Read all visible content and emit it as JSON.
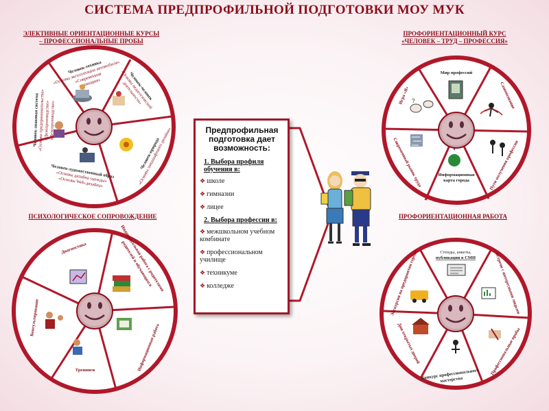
{
  "title": "СИСТЕМА ПРЕДПРОФИЛЬНОЙ ПОДГОТОВКИ МОУ МУК",
  "colors": {
    "accent": "#a01828",
    "line": "#b0182a",
    "text": "#8a0c1a"
  },
  "sections": {
    "top_left": {
      "title": [
        "ЭЛЕКТИВНЫЕ ОРИЕНТАЦИОННЫЕ КУРСЫ",
        "– ПРОФЕССИОНАЛЬНЫЕ ПРОБЫ"
      ],
      "segments": [
        [
          "Человек-техника",
          "«Основы эксплуатации автомобиля»",
          "«Современная",
          "кулинария»"
        ],
        [
          "Человек-человек",
          "«Основы педагогической",
          "деятельности»"
        ],
        [
          "Человек-природа",
          "«Основы ландшафтного дизайна»"
        ],
        [
          "Человек-художественный образ",
          "«Основы дизайна одежды»",
          "«Основы Web-дизайна»"
        ],
        [
          "Человек-знаковая система",
          "«Основы предпринимательства»",
          "«Делопроизводство»",
          "«Делопроизводство»"
        ]
      ]
    },
    "top_right": {
      "title": [
        "ПРОФОРИЕНТАЦИОННЫЙ КУРС",
        "«ЧЕЛОВЕК – ТРУД – ПРОФЕССИЯ»"
      ],
      "segments": [
        [
          "Мир профессий"
        ],
        [
          "Самопознание"
        ],
        [
          "Пути получения профессии"
        ],
        [
          "Информационная",
          "карта города"
        ],
        [
          "Современный рынок труда"
        ],
        [
          "Игра «Я»"
        ]
      ]
    },
    "bottom_left": {
      "title": [
        "ПСИХОЛОГИЧЕСКОЕ СОПРОВОЖДЕНИЕ"
      ],
      "segments": [
        [
          "Диагностика"
        ],
        [
          "Индивидуальная работа с родителями",
          "родителей и обучающихся"
        ],
        [
          "Информационная работа"
        ],
        [
          "Тренинги"
        ],
        [
          "Консультирование"
        ]
      ]
    },
    "bottom_right": {
      "title": [
        "ПРОФОРИЕНТАЦИОННАЯ РАБОТА"
      ],
      "segments": [
        [
          "Стенды, анкеты,",
          "публикации в СМИ"
        ],
        [
          "Встречи с интересными людьми"
        ],
        [
          "Профессиональные пробы"
        ],
        [
          "Конкурс профессионального",
          "мастерства"
        ],
        [
          "Дни открытых дверей"
        ],
        [
          "Экскурсии на предприятия города"
        ]
      ]
    }
  },
  "center_box": {
    "title": [
      "Предпрофильная",
      "подготовка дает",
      "возможность:"
    ],
    "group1_head": "1. Выбора профиля обучения в:",
    "group1_items": [
      "школе",
      "гимназии",
      "лицее"
    ],
    "group2_head": "2. Выбора профессии в:",
    "group2_items": [
      "межшкольном учебном комбинате",
      "профессиональном училище",
      "техникуме",
      "колледже"
    ]
  }
}
